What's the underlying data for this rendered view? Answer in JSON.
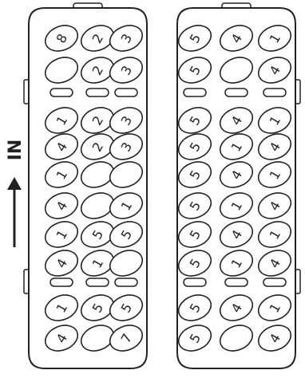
{
  "direction_label": "IN",
  "stroke_color": "#222222",
  "paper_color": "#ffffff",
  "left_panel": {
    "rows": [
      [
        "8",
        "2",
        "3"
      ],
      [
        "",
        "2",
        "3"
      ],
      [
        "1",
        "2",
        "3"
      ],
      [
        "4",
        "2",
        "3"
      ],
      [
        "1",
        "",
        ""
      ],
      [
        "4",
        "",
        "1"
      ],
      [
        "1",
        "5",
        "5"
      ],
      [
        "4",
        "1",
        ""
      ],
      [
        "1",
        "5",
        "5"
      ],
      [
        "4",
        "",
        "7"
      ]
    ]
  },
  "right_panel": {
    "rows": [
      [
        "5",
        "4",
        "1"
      ],
      [
        "5",
        "",
        "4"
      ],
      [
        "5",
        "4",
        "1"
      ],
      [
        "5",
        "1",
        "4"
      ],
      [
        "5",
        "4",
        "1"
      ],
      [
        "5",
        "1",
        "4"
      ],
      [
        "5",
        "4",
        "1"
      ],
      [
        "5",
        "1",
        "4"
      ],
      [
        "5",
        "4",
        "1"
      ],
      [
        "5",
        "",
        "4"
      ]
    ]
  }
}
